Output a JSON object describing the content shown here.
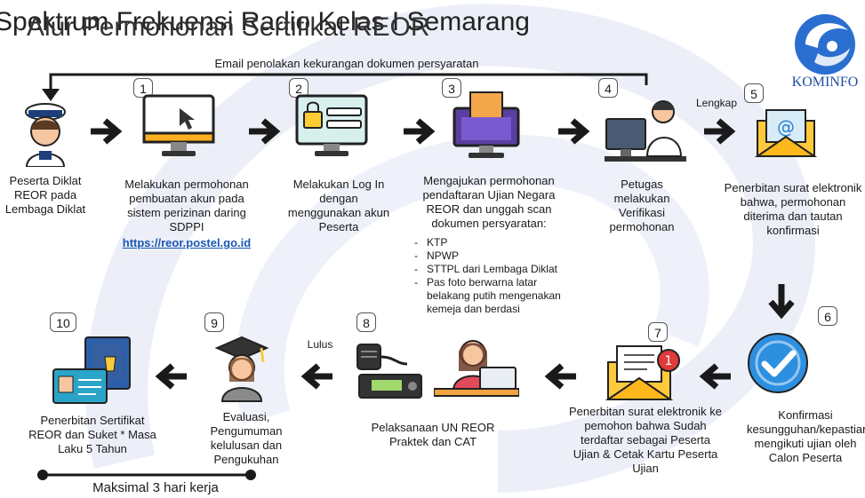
{
  "title_back": "Spektrum Frekuensi Radio Kelas I Semarang",
  "title_front": "Alur Permohonan Sertifikat REOR",
  "logo_text": "KOMINFO",
  "top_loop_label": "Email penolakan kekurangan dokumen persyaratan",
  "lengkap_label": "Lengkap",
  "lulus_label": "Lulus",
  "steps": {
    "s0": "Peserta Diklat REOR pada Lembaga Diklat",
    "s1": "Melakukan permohonan pembuatan akun pada sistem perizinan daring SDPPI",
    "s1_link": "https://reor.postel.go.id",
    "s2": "Melakukan Log In dengan menggunakan akun Peserta",
    "s3": "Mengajukan permohonan pendaftaran Ujian Negara REOR dan unggah scan dokumen persyaratan:",
    "s3_reqs": [
      "KTP",
      "NPWP",
      "STTPL dari Lembaga Diklat",
      "Pas foto berwarna latar belakang putih mengenakan kemeja dan berdasi"
    ],
    "s4": "Petugas melakukan Verifikasi permohonan",
    "s5": "Penerbitan surat elektronik bahwa, permohonan diterima dan tautan konfirmasi",
    "s6": "Konfirmasi kesungguhan/kepastian mengikuti ujian oleh Calon Peserta",
    "s7": "Penerbitan surat elektronik ke pemohon bahwa Sudah terdaftar sebagai Peserta Ujian & Cetak Kartu Peserta Ujian",
    "s8": "Pelaksanaan UN REOR Praktek dan CAT",
    "s9": "Evaluasi, Pengumuman kelulusan dan Pengukuhan",
    "s10": "Penerbitan Sertifikat REOR dan Suket * Masa Laku 5 Tahun"
  },
  "numbers": [
    "1",
    "2",
    "3",
    "4",
    "5",
    "6",
    "7",
    "8",
    "9",
    "10"
  ],
  "timeline_label": "Maksimal 3 hari kerja",
  "notification_badge": "1",
  "colors": {
    "accent_blue": "#2d7fd3",
    "swirl": "#e9ecf6",
    "arrow": "#1a1a1a"
  }
}
